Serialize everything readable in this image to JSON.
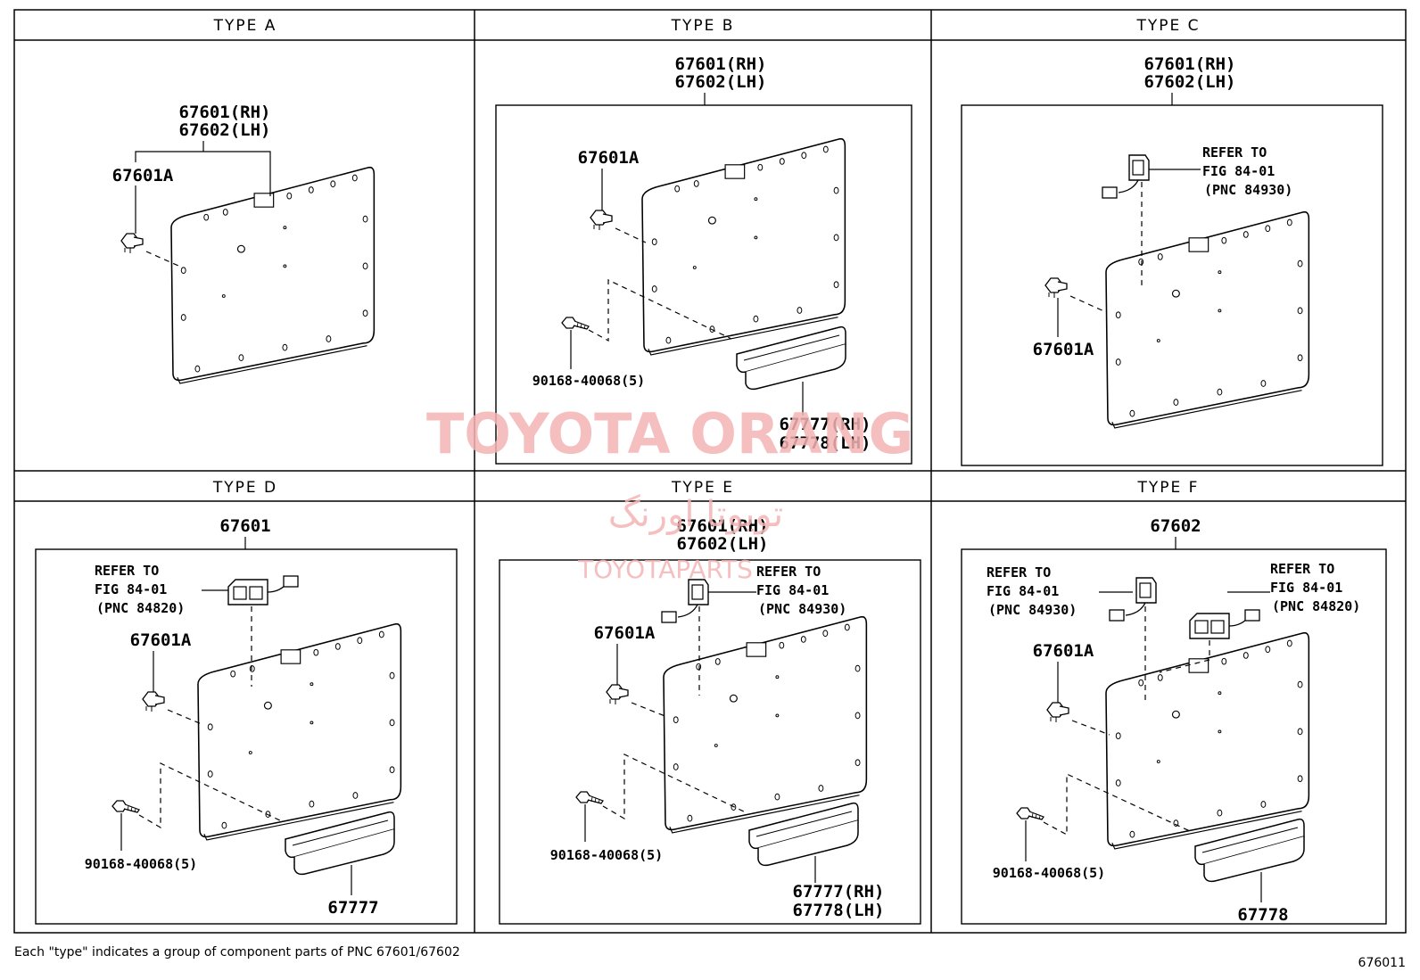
{
  "types": {
    "a": {
      "header": "TYPE A",
      "part_main_rh": "67601(RH)",
      "part_main_lh": "67602(LH)",
      "clip": "67601A"
    },
    "b": {
      "header": "TYPE B",
      "part_main_rh": "67601(RH)",
      "part_main_lh": "67602(LH)",
      "clip": "67601A",
      "screw": "90168-40068(5)",
      "armrest_rh": "67777(RH)",
      "armrest_lh": "67778(LH)"
    },
    "c": {
      "header": "TYPE C",
      "part_main_rh": "67601(RH)",
      "part_main_lh": "67602(LH)",
      "refer_line1": "REFER TO",
      "refer_line2": "FIG 84-01",
      "refer_line3": "(PNC 84930)",
      "clip": "67601A"
    },
    "d": {
      "header": "TYPE D",
      "part_main": "67601",
      "refer_line1": "REFER TO",
      "refer_line2": "FIG 84-01",
      "refer_line3": "(PNC 84820)",
      "clip": "67601A",
      "screw": "90168-40068(5)",
      "armrest": "67777"
    },
    "e": {
      "header": "TYPE E",
      "part_main_rh": "67601(RH)",
      "part_main_lh": "67602(LH)",
      "refer_line1": "REFER TO",
      "refer_line2": "FIG 84-01",
      "refer_line3": "(PNC 84930)",
      "clip": "67601A",
      "screw": "90168-40068(5)",
      "armrest_rh": "67777(RH)",
      "armrest_lh": "67778(LH)"
    },
    "f": {
      "header": "TYPE F",
      "part_main": "67602",
      "refer1_line1": "REFER TO",
      "refer1_line2": "FIG 84-01",
      "refer1_line3": "(PNC 84930)",
      "refer2_line1": "REFER TO",
      "refer2_line2": "FIG 84-01",
      "refer2_line3": "(PNC 84820)",
      "clip": "67601A",
      "screw": "90168-40068(5)",
      "armrest": "67778"
    }
  },
  "footer": {
    "note": "Each \"type\" indicates a group of component parts of PNC 67601/67602",
    "figure_code": "676011"
  },
  "watermark": {
    "main": "TOYOTA ORANG",
    "persian": "تویوتا اورنگ",
    "sub": "TOYOTAPARTS"
  }
}
